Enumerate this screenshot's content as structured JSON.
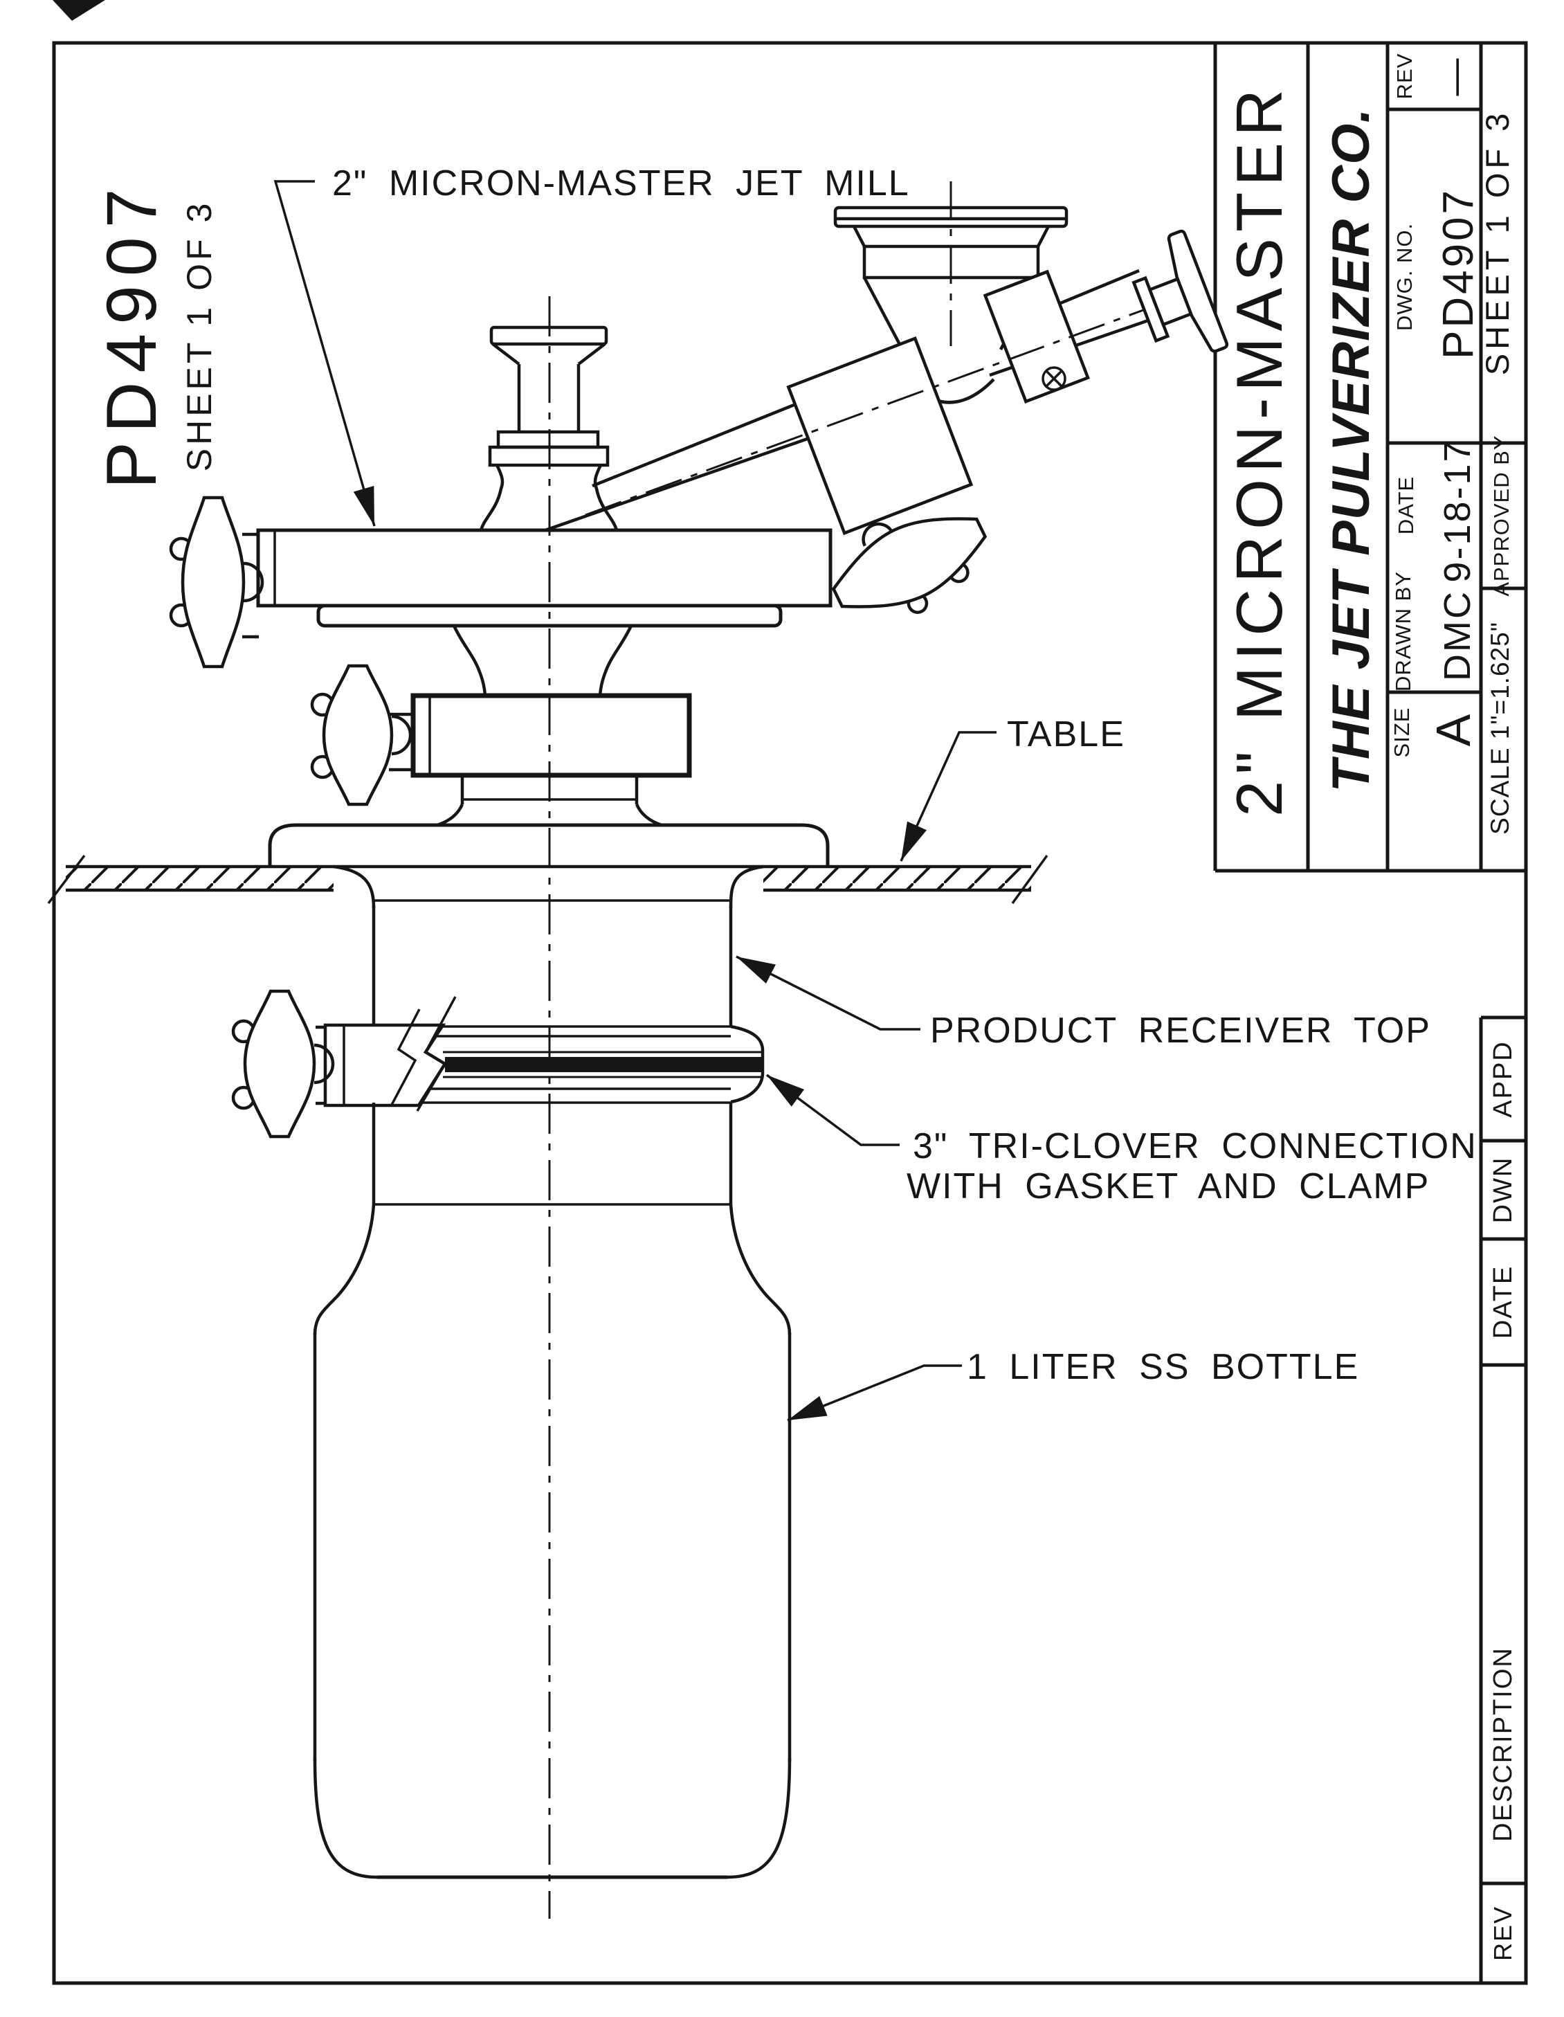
{
  "corner_note": {
    "dwg_no": "PD4907",
    "sheet": "SHEET 1 OF 3"
  },
  "callouts": {
    "jet_mill": "2\" MICRON-MASTER JET MILL",
    "table": "TABLE",
    "receiver": "PRODUCT RECEIVER TOP",
    "triclover_line1": "3\" TRI-CLOVER CONNECTION",
    "triclover_line2": "WITH GASKET AND CLAMP",
    "bottle": "1 LITER SS BOTTLE"
  },
  "title_block": {
    "title": "2\" MICRON-MASTER",
    "company": "THE JET PULVERIZER CO.",
    "rev_label": "REV",
    "rev_value": "—",
    "dwg_no_label": "DWG. NO.",
    "dwg_no_value": "PD4907",
    "date_label": "DATE",
    "date_value": "9-18-17",
    "drawn_by_label": "DRAWN BY",
    "drawn_by_value": "DMC",
    "size_label": "SIZE",
    "size_value": "A",
    "sheet_label": "SHEET 1 OF 3",
    "approved_label": "APPROVED BY",
    "scale_label": "SCALE 1\"=1.625\""
  },
  "revision_strip": {
    "rev": "REV",
    "description": "DESCRIPTION",
    "date": "DATE",
    "dwn": "DWN",
    "appd": "APPD"
  },
  "colors": {
    "ink": "#161616",
    "paper": "#ffffff"
  }
}
